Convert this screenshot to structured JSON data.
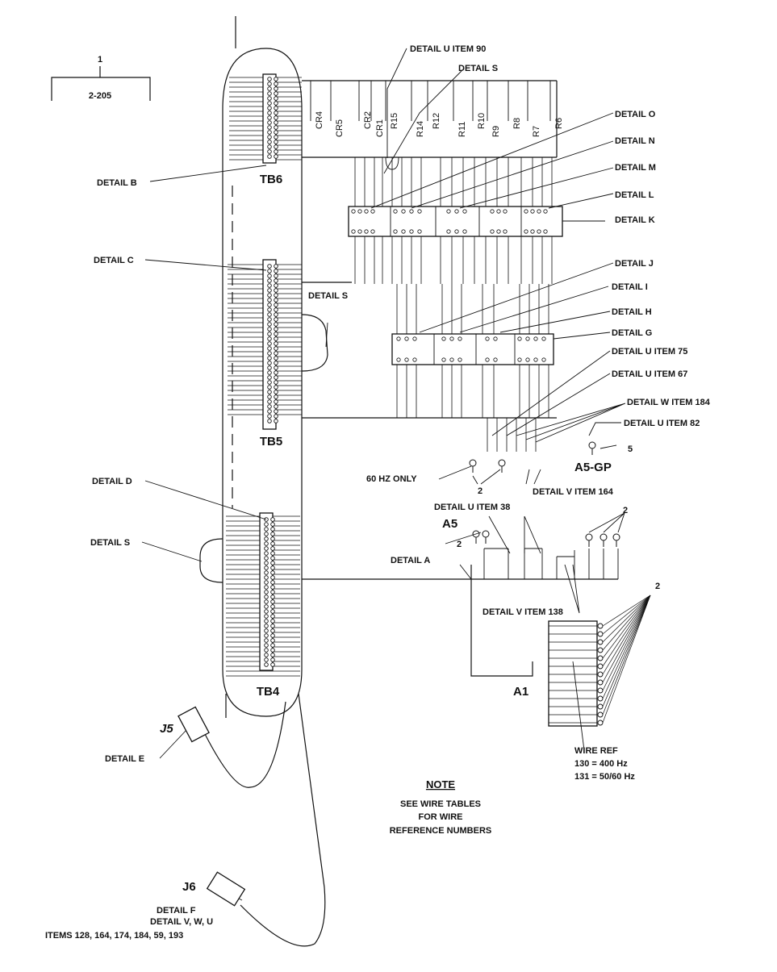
{
  "sheet_ref": {
    "number": "1",
    "page": "2-205"
  },
  "terminal_boards": [
    "TB6",
    "TB5",
    "TB4"
  ],
  "component_labels": [
    "CR4",
    "CR5",
    "CR2",
    "CR1",
    "R15",
    "R14",
    "R12",
    "R11",
    "R10",
    "R9",
    "R8",
    "R7",
    "R6"
  ],
  "assemblies": {
    "a5": "A5",
    "a5_gp": "A5-GP",
    "a1": "A1",
    "j5": "J5",
    "j6": "J6"
  },
  "callouts": {
    "detail_u_item_90": "DETAIL U ITEM 90",
    "detail_s_top": "DETAIL S",
    "detail_o": "DETAIL O",
    "detail_n": "DETAIL N",
    "detail_m": "DETAIL M",
    "detail_l": "DETAIL L",
    "detail_k": "DETAIL K",
    "detail_j": "DETAIL J",
    "detail_i": "DETAIL I",
    "detail_h": "DETAIL H",
    "detail_g": "DETAIL G",
    "detail_u_item_75": "DETAIL U ITEM 75",
    "detail_u_item_67": "DETAIL U ITEM 67",
    "detail_w_item_184": "DETAIL W ITEM 184",
    "detail_u_item_82": "DETAIL U ITEM 82",
    "detail_b": "DETAIL B",
    "detail_c": "DETAIL C",
    "detail_s_mid": "DETAIL S",
    "detail_d": "DETAIL D",
    "detail_s_low": "DETAIL S",
    "detail_e": "DETAIL E",
    "detail_a": "DETAIL A",
    "detail_u_item_38": "DETAIL U ITEM 38",
    "detail_v_item_164": "DETAIL V ITEM 164",
    "detail_v_item_138": "DETAIL V ITEM 138",
    "sixty_hz_only": "60 HZ ONLY",
    "detail_f": "DETAIL F",
    "detail_vwu": "DETAIL V, W, U",
    "items_list": "ITEMS 128, 164, 174, 184, 59, 193"
  },
  "numbers": {
    "two_a": "2",
    "two_b": "2",
    "two_c": "2",
    "two_d": "2",
    "five": "5"
  },
  "wire_ref": {
    "title": "WIRE REF",
    "line1": "130 = 400 Hz",
    "line2": "131 = 50/60 Hz"
  },
  "note": {
    "heading": "NOTE",
    "line1": "SEE WIRE TABLES",
    "line2": "FOR WIRE",
    "line3": "REFERENCE NUMBERS"
  }
}
